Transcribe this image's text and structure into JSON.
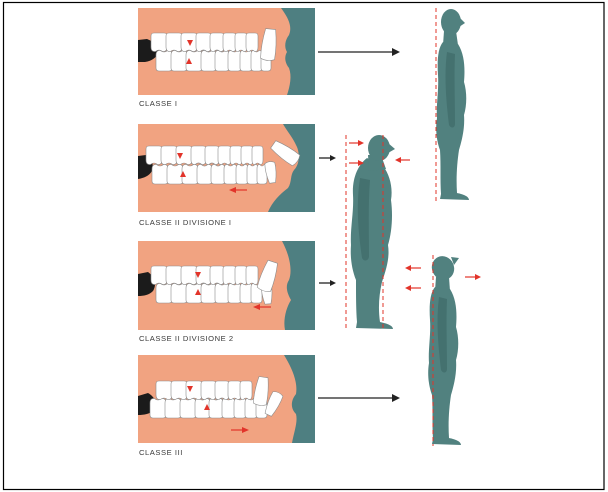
{
  "panels": [
    {
      "label": "CLASSE I"
    },
    {
      "label": "CLASSE II DIVISIONE I"
    },
    {
      "label": "CLASSE II DIVISIONE 2"
    },
    {
      "label": "CLASSE III"
    }
  ],
  "colors": {
    "gum": "#F1A381",
    "face": "#4E7F81",
    "shadow": "#1B1B1B",
    "tooth": "#FFFFFF",
    "marker": "#E2342A",
    "arrow": "#222222",
    "figure": "#51817F",
    "figure_shade": "#44716F"
  }
}
